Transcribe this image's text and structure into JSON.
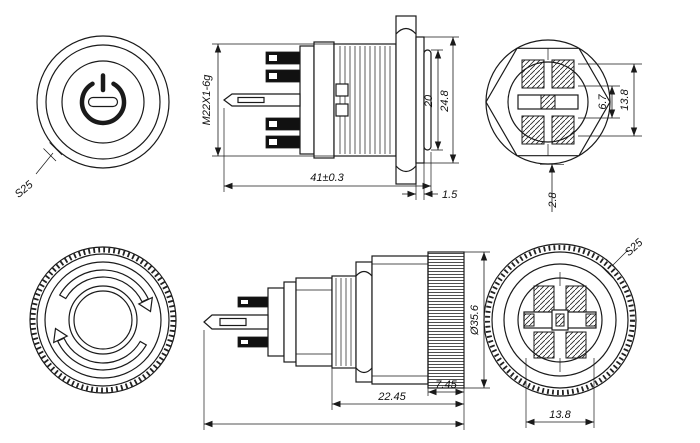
{
  "canvas": {
    "background": "#ffffff",
    "line_color": "#1a1a1a"
  },
  "dims": {
    "front_nut_flats": "S25",
    "thread_spec": "M22X1-6g",
    "overall_length": "41±0.3",
    "bezel_diameter": "24.8",
    "cap_diameter": "20",
    "bezel_lip": "1.5",
    "terminal_span_outer": "13.8",
    "terminal_span_inner": "6.7",
    "flat_offset": "2.8",
    "head_length": "22.45",
    "knurl_length": "7.45",
    "head_diameter": "Ø35.6",
    "rear_nut_flats": "S25",
    "terminal_width": "13.8"
  }
}
